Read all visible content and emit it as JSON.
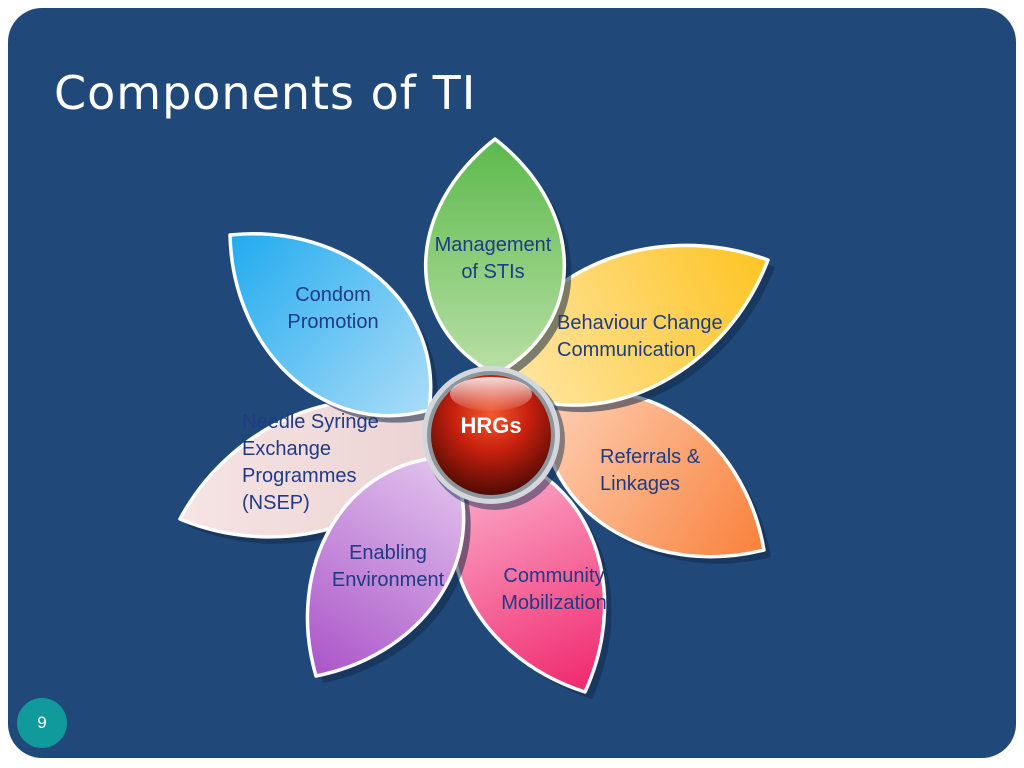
{
  "slide": {
    "title": "Components of TI",
    "page_number": "9"
  },
  "diagram": {
    "center": {
      "label": "HRGs"
    },
    "petals": [
      {
        "id": "management-stis",
        "lines": [
          "Management",
          "of STIs"
        ],
        "color_light": "#b9e0a6",
        "color_dark": "#5cb94b"
      },
      {
        "id": "bcc",
        "lines": [
          "Behaviour Change",
          "Communication"
        ],
        "color_light": "#ffe7a8",
        "color_dark": "#fdc424"
      },
      {
        "id": "referrals",
        "lines": [
          "Referrals &",
          "Linkages"
        ],
        "color_light": "#fdd0b4",
        "color_dark": "#f9813c"
      },
      {
        "id": "community",
        "lines": [
          "Community",
          "Mobilization"
        ],
        "color_light": "#fcb6d0",
        "color_dark": "#f0286e"
      },
      {
        "id": "enabling",
        "lines": [
          "Enabling",
          "Environment"
        ],
        "color_light": "#e2c5ee",
        "color_dark": "#ab55c8"
      },
      {
        "id": "nsep",
        "lines": [
          "Needle Syringe",
          "Exchange",
          "Programmes",
          "(NSEP)"
        ],
        "color_light": "#f6e4e4",
        "color_dark": "#ecd2d2"
      },
      {
        "id": "condom",
        "lines": [
          "Condom",
          "Promotion"
        ],
        "color_light": "#a9dcf8",
        "color_dark": "#21abef"
      }
    ]
  },
  "colors": {
    "background": "#20497a",
    "text": "#1f3b86",
    "hub": "#cc2210",
    "page_badge": "#119a9b"
  }
}
